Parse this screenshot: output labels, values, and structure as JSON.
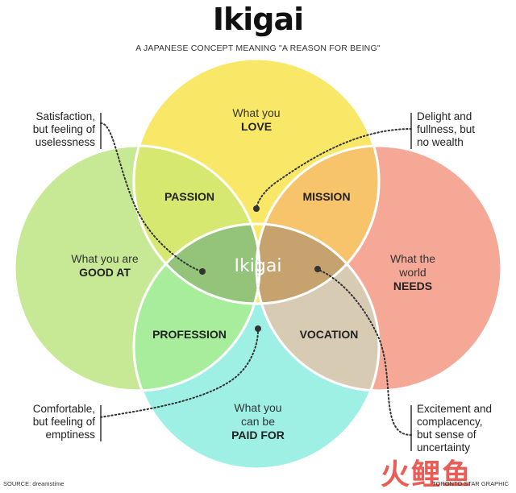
{
  "title": "Ikigai",
  "subtitle": "A JAPANESE CONCEPT MEANING \"A REASON FOR BEING\"",
  "circles": {
    "love": {
      "line1": "What you",
      "bold": "LOVE",
      "color": "#f9e868"
    },
    "good_at": {
      "line1": "What you are",
      "bold": "GOOD AT",
      "color": "#c7e996"
    },
    "needs": {
      "line1": "What the",
      "line2": "world",
      "bold": "NEEDS",
      "color": "#f6a897"
    },
    "paid_for": {
      "line1": "What you",
      "line2": "can be",
      "bold": "PAID FOR",
      "color": "#9ef0e4"
    }
  },
  "zones": {
    "passion": "PASSION",
    "mission": "MISSION",
    "profession": "PROFESSION",
    "vocation": "VOCATION"
  },
  "center": "Ikigai",
  "notes": {
    "top_left": [
      "Satisfaction,",
      "but feeling of",
      "uselessness"
    ],
    "top_right": [
      "Delight and",
      "fullness, but",
      "no wealth"
    ],
    "bottom_left": [
      "Comfortable,",
      "but feeling of",
      "emptiness"
    ],
    "bottom_right": [
      "Excitement and",
      "complacency,",
      "but sense of",
      "uncertainty"
    ]
  },
  "footer": {
    "source": "SOURCE: dreamstime",
    "credit": "TORONTO STAR GRAPHIC"
  },
  "watermark": "火鲤鱼"
}
